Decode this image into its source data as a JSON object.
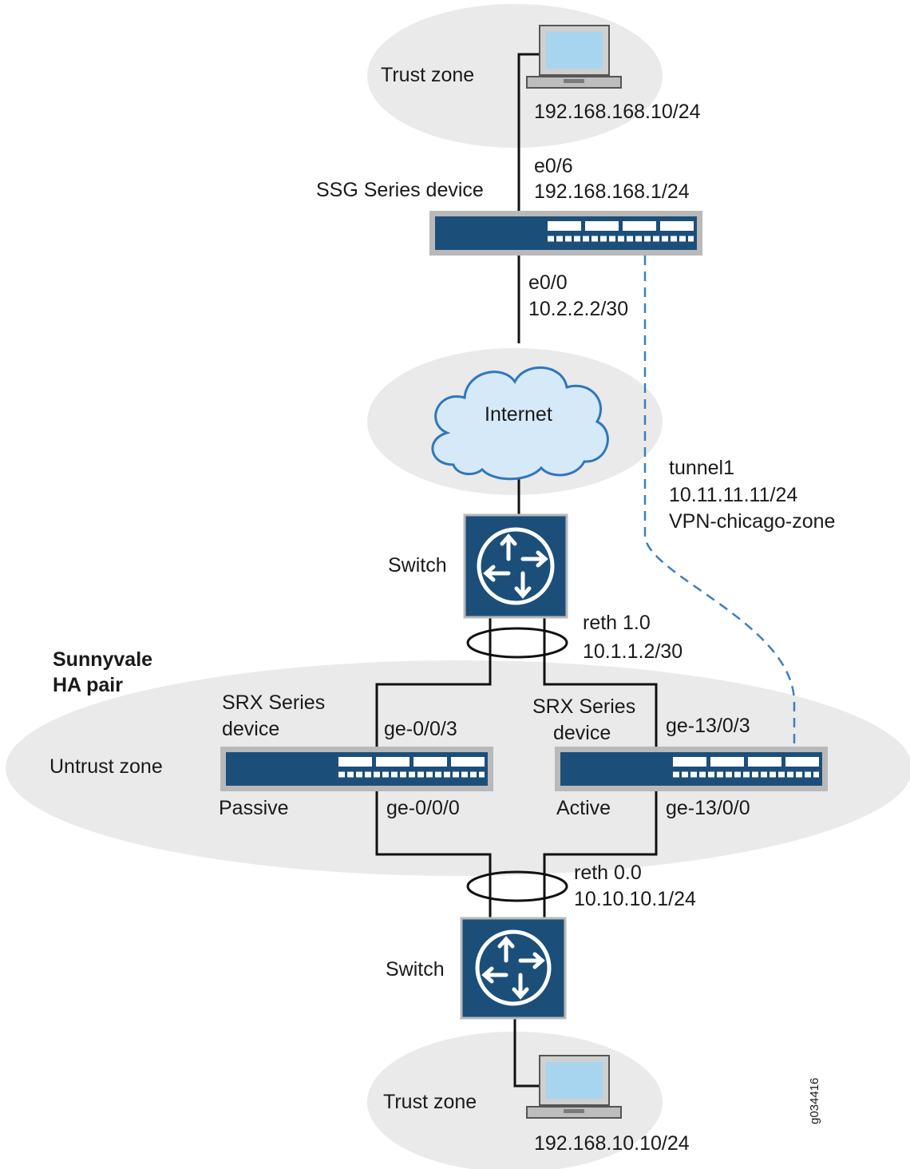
{
  "top_zone": {
    "label": "Trust zone",
    "host_ip": "192.168.168.10/24"
  },
  "ssg": {
    "label": "SSG Series device",
    "if_inside": "e0/6",
    "ip_inside": "192.168.168.1/24",
    "if_outside": "e0/0",
    "ip_outside": "10.2.2.2/30"
  },
  "internet": {
    "label": "Internet"
  },
  "tunnel": {
    "name": "tunnel1",
    "ip": "10.11.11.11/24",
    "zone": "VPN-chicago-zone"
  },
  "switch_upper": {
    "label": "Switch",
    "reth": "reth 1.0",
    "reth_ip": "10.1.1.2/30"
  },
  "ha": {
    "line1": "Sunnyvale",
    "line2": "HA pair",
    "zone": "Untrust zone"
  },
  "srx_passive": {
    "line1": "SRX Series",
    "line2": "device",
    "state": "Passive",
    "if_top": "ge-0/0/3",
    "if_bottom": "ge-0/0/0"
  },
  "srx_active": {
    "line1": "SRX Series",
    "line2": "device",
    "state": "Active",
    "if_top": "ge-13/0/3",
    "if_bottom": "ge-13/0/0"
  },
  "switch_lower": {
    "label": "Switch",
    "reth": "reth 0.0",
    "reth_ip": "10.10.10.1/24"
  },
  "bottom_zone": {
    "label": "Trust zone",
    "host_ip": "192.168.10.10/24"
  },
  "figure_id": "g034416",
  "colors": {
    "device_blue": "#1b4f7a",
    "device_border": "#b9b9b9",
    "zone_gray": "#eaeaea",
    "tunnel_blue": "#3a7fc1",
    "cloud_fill": "#d6e9f8"
  }
}
